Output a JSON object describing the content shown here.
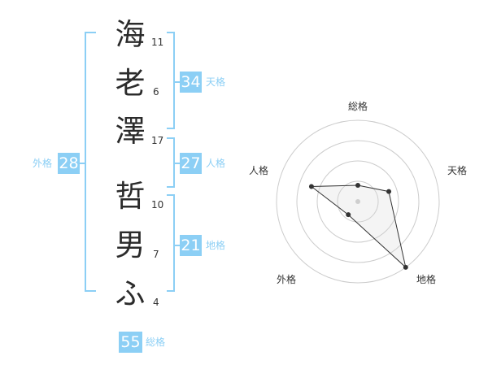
{
  "name": {
    "characters": [
      {
        "char": "海",
        "strokes": "11"
      },
      {
        "char": "老",
        "strokes": "6"
      },
      {
        "char": "澤",
        "strokes": "17"
      },
      {
        "char": "哲",
        "strokes": "10"
      },
      {
        "char": "男",
        "strokes": "7"
      },
      {
        "char": "ふ",
        "strokes": "4"
      }
    ]
  },
  "fortune": {
    "tenkaku": {
      "value": "34",
      "label": "天格"
    },
    "jinkaku": {
      "value": "27",
      "label": "人格"
    },
    "chikaku": {
      "value": "21",
      "label": "地格"
    },
    "gaikaku": {
      "value": "28",
      "label": "外格"
    },
    "soukaku": {
      "value": "55",
      "label": "総格"
    }
  },
  "colors": {
    "accent": "#8ccff5",
    "text": "#2b2b2b",
    "bracket": "#8ccff5"
  },
  "chart_data": {
    "type": "radar",
    "axes": [
      "総格",
      "天格",
      "地格",
      "外格",
      "人格"
    ],
    "values": [
      1,
      2,
      5,
      1,
      3
    ],
    "range": [
      0,
      5
    ],
    "rings": 4
  }
}
